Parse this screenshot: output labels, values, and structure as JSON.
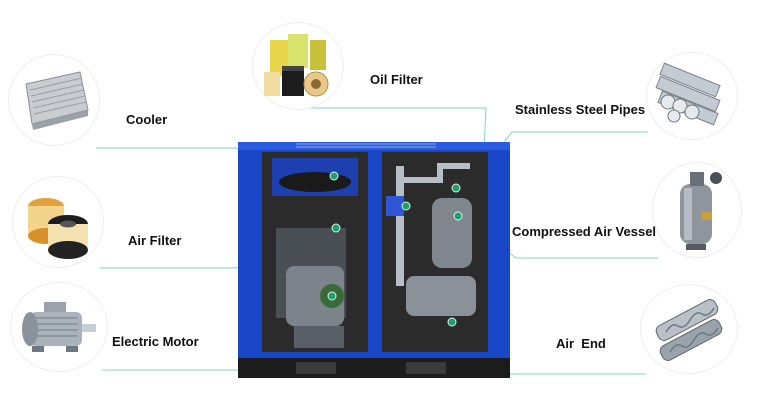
{
  "components": {
    "cooler": {
      "label": "Cooler",
      "icon": "aluminum-cooler-core-icon"
    },
    "air_filter": {
      "label": "Air Filter",
      "icon": "cylindrical-air-filter-icon"
    },
    "electric_motor": {
      "label": "Electric Motor",
      "icon": "electric-motor-icon"
    },
    "oil_filter": {
      "label": "Oil Filter",
      "icon": "oil-filter-cartridges-icon"
    },
    "stainless_pipes": {
      "label": "Stainless Steel Pipes",
      "icon": "steel-pipe-bundle-icon"
    },
    "air_vessel": {
      "label": "Compressed Air Vessel",
      "icon": "air-vessel-tank-icon"
    },
    "air_end": {
      "label": "Air  End",
      "icon": "screw-rotors-icon"
    }
  },
  "colors": {
    "machine_frame": "#1a47c8",
    "machine_dark": "#1b1b1b",
    "connector_line": "#6fd3b6",
    "marker": "#1e9f70"
  }
}
